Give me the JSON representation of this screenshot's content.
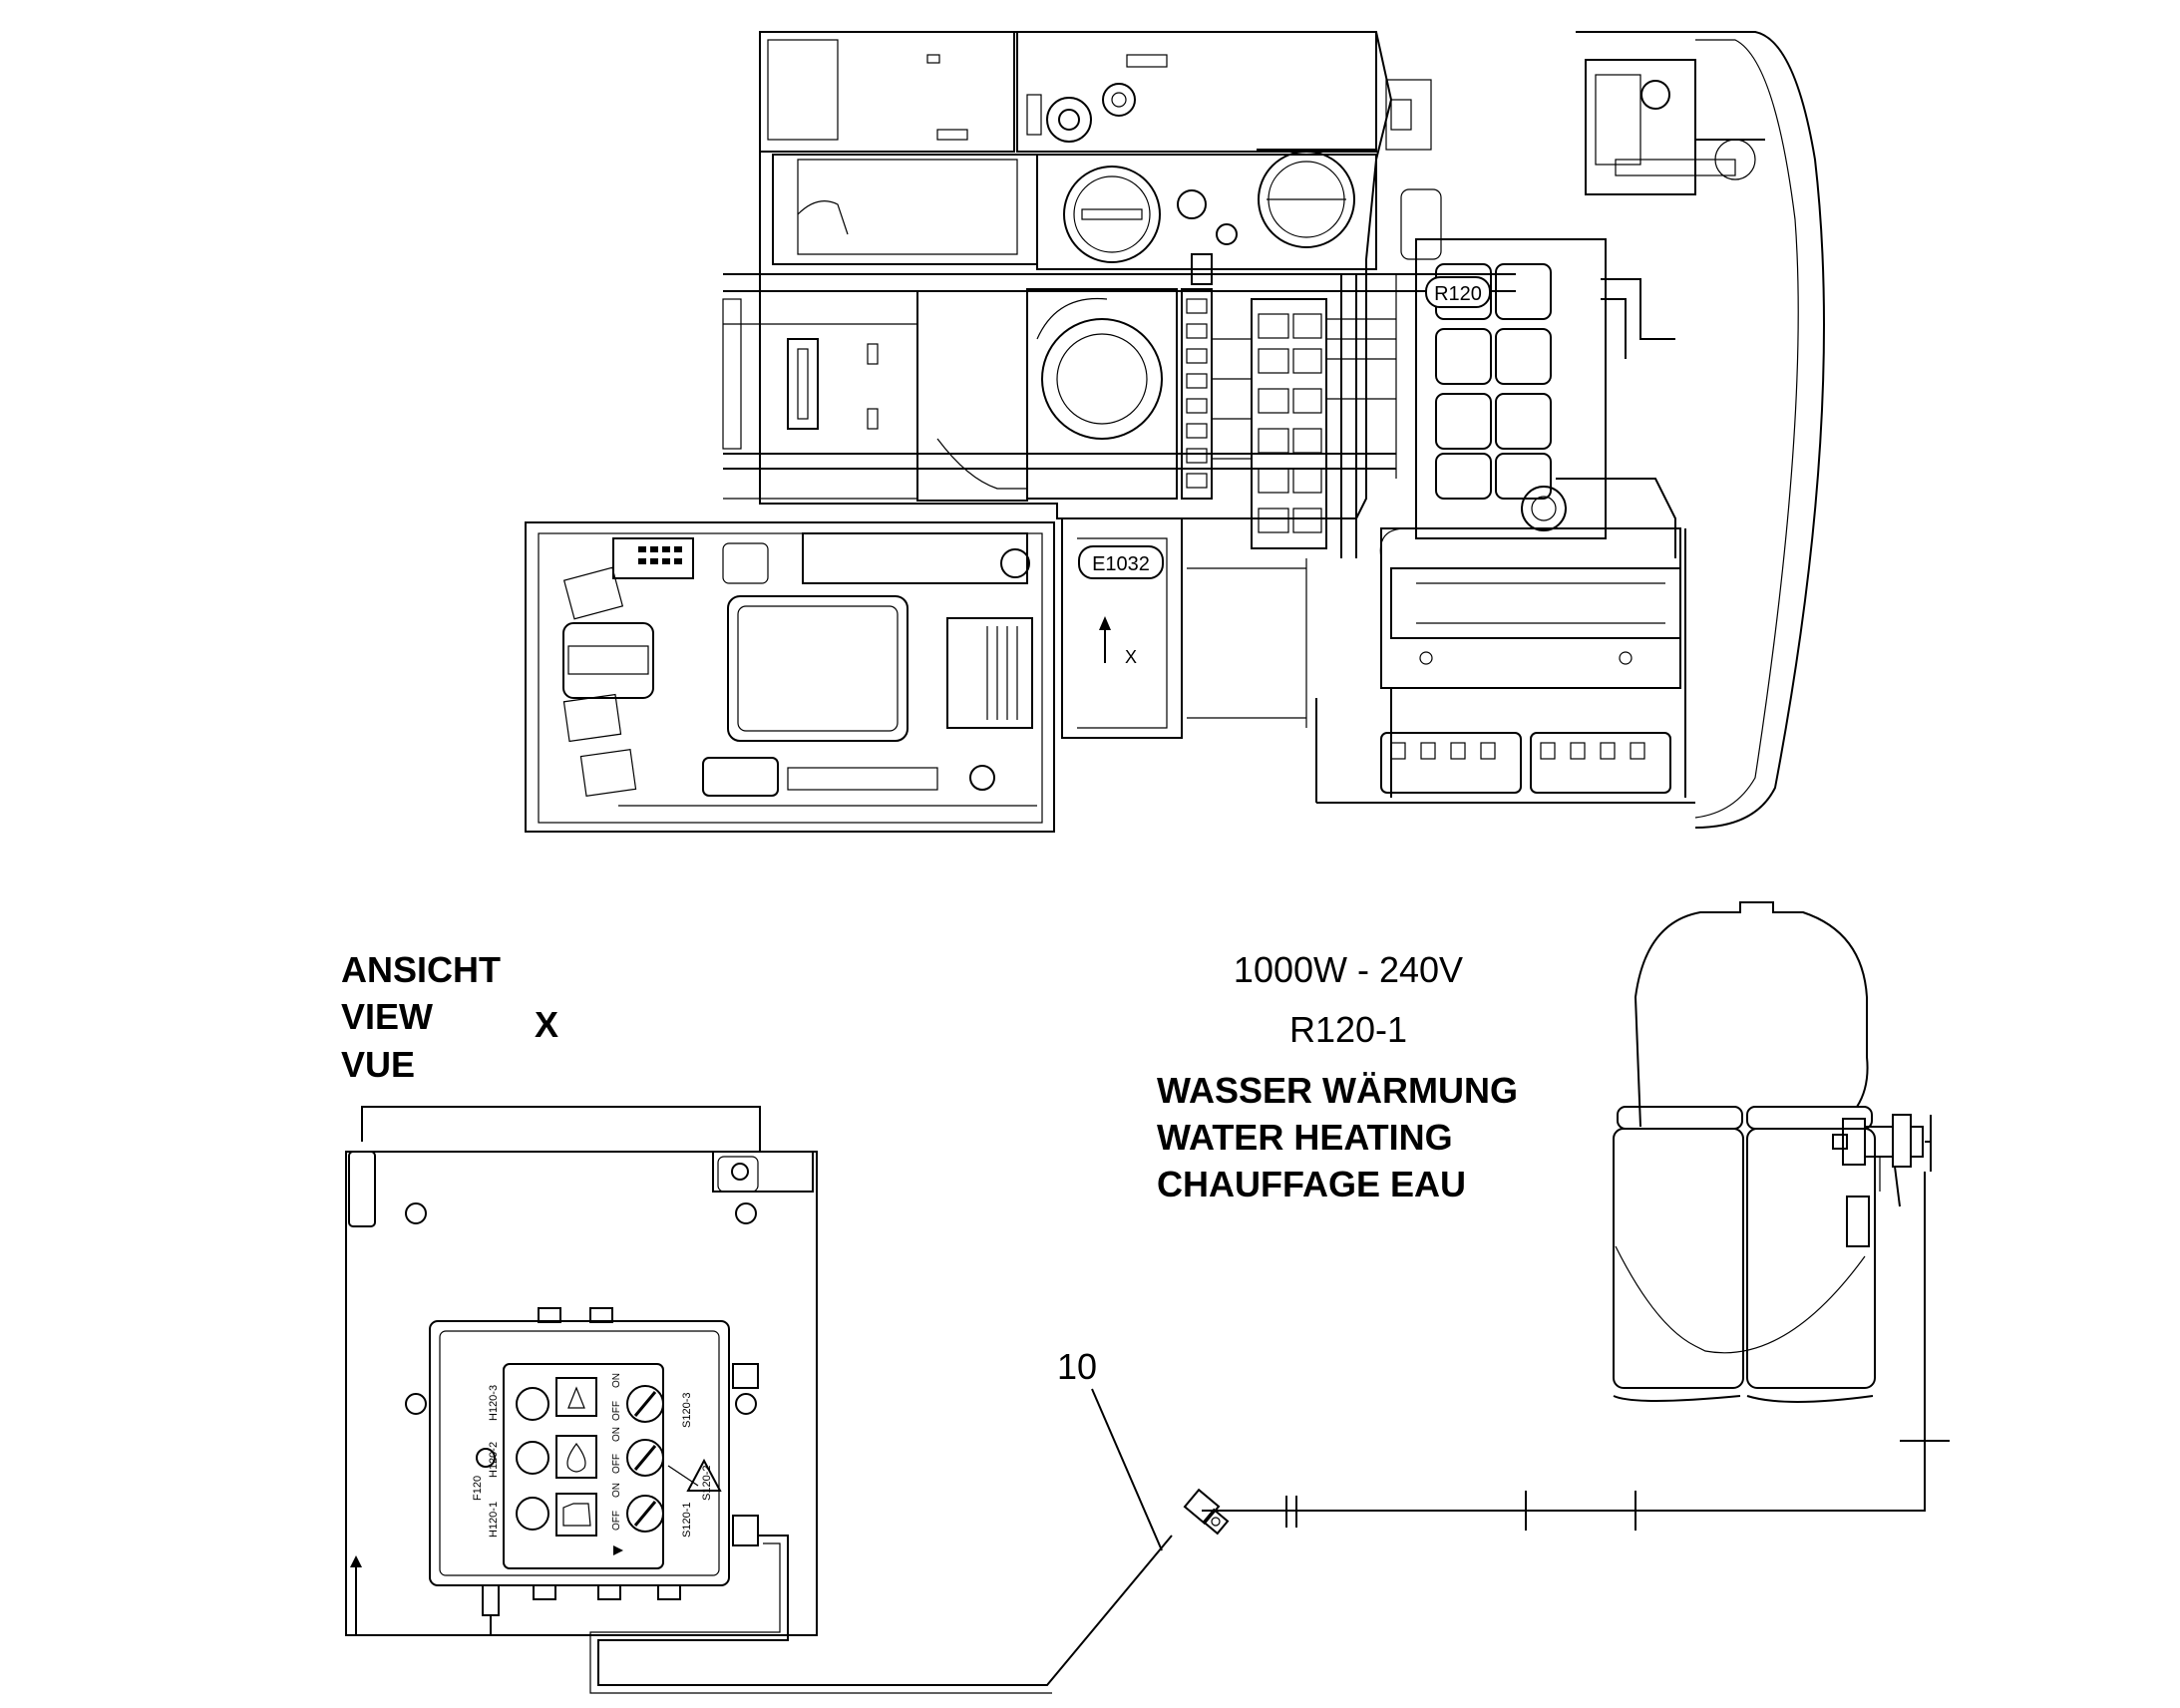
{
  "labels": {
    "view_de": "ANSICHT",
    "view_en": "VIEW",
    "view_fr": "VUE",
    "view_letter": "X",
    "power": "1000W - 240V",
    "component_id": "R120-1",
    "title_de": "WASSER WÄRMUNG",
    "title_en": "WATER HEATING",
    "title_fr": "CHAUFFAGE EAU",
    "item_number": "10"
  },
  "tags": {
    "r120": "R120",
    "e1032": "E1032",
    "arrow_x": "X"
  },
  "panel_labels": {
    "f120": "F120",
    "h120_1": "H120-1",
    "h120_2": "H120-2",
    "h120_3": "H120-3",
    "s120_1": "S120-1",
    "s120_2": "S120-2",
    "s120_3": "S120-3",
    "off": "OFF",
    "on": "ON"
  },
  "colors": {
    "line": "#000000",
    "background": "#ffffff"
  }
}
